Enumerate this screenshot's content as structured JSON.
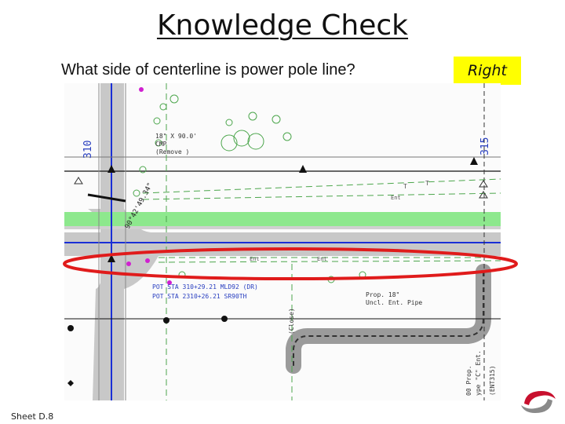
{
  "slide": {
    "title": "Knowledge Check",
    "question": "What side of centerline is power pole line?",
    "answer": "Right",
    "footer": "Sheet D.8"
  },
  "plan": {
    "station_left": "310",
    "station_right": "315",
    "culvert_label_1": "18\" X 90.0'",
    "culvert_label_2": "CMP",
    "culvert_label_3": "(Remove )",
    "angle_label": "90°42'49.34\"",
    "pot_label_1": "POT STA 310+29.21 MLD92 (DR)",
    "pot_label_2": "POT STA 2310+26.21 SR90TH",
    "pipe_label_1": "Prop. 18\"",
    "pipe_label_2": "Uncl. Ent. Pipe",
    "mark_ent": "Ent",
    "mark_ent2": "Ent",
    "mark_ent3": "Ent",
    "mark_close": "(Close)",
    "mark_rt": "T",
    "mark_rt2": "T",
    "mark_ent_315": "(ENT315)",
    "mark_prop": "00 Prop.",
    "mark_type": "ype \"C\" Ent."
  },
  "colors": {
    "highlight": "#ffff00",
    "ellipse": "#e01b1b",
    "centerline": "#1a2fd6",
    "green_band": "#8de88d",
    "road_gray": "#c8c8c8"
  }
}
